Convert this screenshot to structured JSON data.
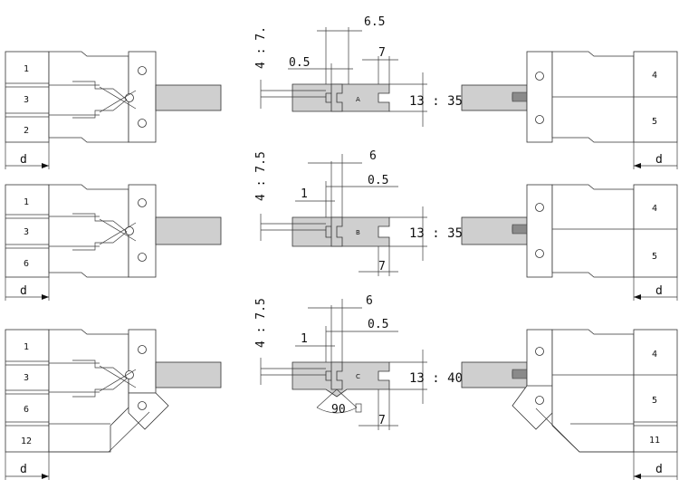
{
  "rows": [
    {
      "left_labels": [
        "1",
        "3",
        "2"
      ],
      "right_labels": [
        "4",
        "5"
      ],
      "profile_letter": "A",
      "dim_vertical": "4 : 7.",
      "dim_top": "6.5",
      "dim_a": "0.5",
      "dim_b": "7",
      "dim_ratio": "13 : 35"
    },
    {
      "left_labels": [
        "1",
        "3",
        "6"
      ],
      "right_labels": [
        "4",
        "5"
      ],
      "profile_letter": "B",
      "dim_vertical": "4 : 7.5",
      "dim_top": "6",
      "dim_a": "0.5",
      "dim_b": "1",
      "dim_c": "7",
      "dim_ratio": "13 : 35"
    },
    {
      "left_labels": [
        "1",
        "3",
        "6",
        "12"
      ],
      "right_labels": [
        "4",
        "5",
        "11"
      ],
      "profile_letter": "C",
      "dim_vertical": "4 : 7.5",
      "dim_top": "6",
      "dim_a": "0.5",
      "dim_b": "1",
      "dim_c": "7",
      "dim_angle": "90",
      "dim_ratio": "13 : 40"
    }
  ],
  "d_label": "d"
}
